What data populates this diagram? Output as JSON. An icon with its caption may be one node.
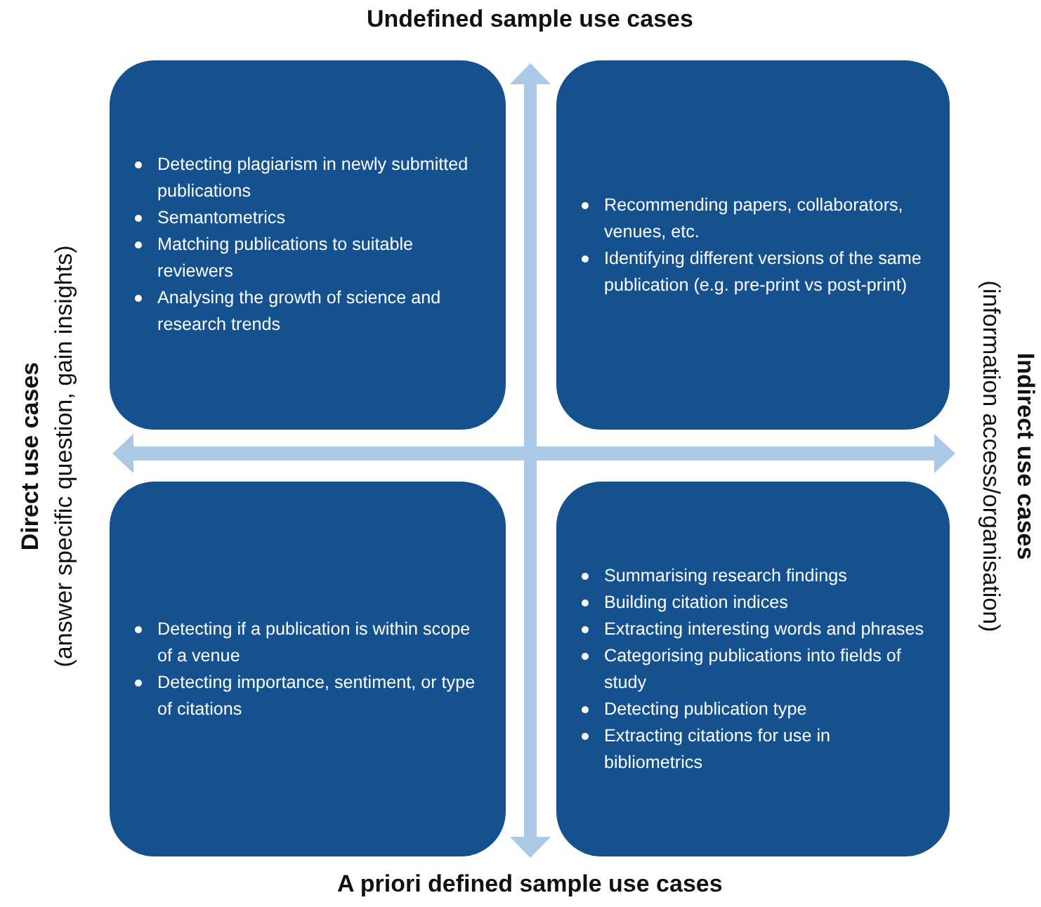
{
  "diagram": {
    "nodes": [
      {
        "text": [
          "Detecting plagiarism in newly submitted publications",
          "Semantometrics",
          "Matching publications to suitable reviewers",
          "Analysing the growth of science and research trends"
        ]
      },
      {
        "text": [
          "Recommending papers, collaborators, venues, etc.",
          "Identifying different versions of the same publication (e.g. pre-print vs post-print)"
        ]
      },
      {
        "text": [
          "Detecting if a publication is within scope of a venue",
          "Detecting importance, sentiment, or type of citations"
        ]
      },
      {
        "text": [
          "Summarising research findings",
          "Building citation indices",
          "Extracting interesting words and phrases",
          "Categorising publications into fields of study",
          "Detecting publication type",
          "Extracting citations for use in bibliometrics"
        ]
      }
    ],
    "labels": [
      "Undefined sample use cases",
      "Direct use cases",
      "(answer specific question, gain insights)",
      "Indirect use cases",
      "(information access/organisation)",
      "A priori defined sample use cases"
    ]
  }
}
